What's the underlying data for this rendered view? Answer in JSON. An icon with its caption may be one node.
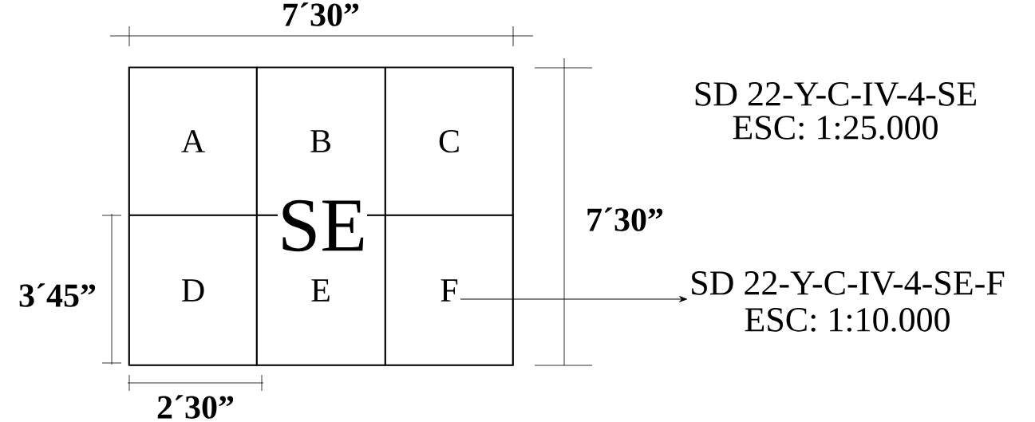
{
  "diagram": {
    "nodes": [
      {
        "text": [],
        "shape": "box"
      },
      {
        "text": [
          "A"
        ],
        "in": 0
      },
      {
        "text": [
          "B"
        ],
        "in": 0
      },
      {
        "text": [
          "C"
        ],
        "in": 0
      },
      {
        "text": [
          "D"
        ],
        "in": 0
      },
      {
        "text": [
          "E"
        ],
        "in": 0
      },
      {
        "text": [
          "F"
        ],
        "in": 0
      },
      {
        "text": [
          "SD 22-Y-C-IV-4-SE-F",
          "ESC: 1:10.000"
        ]
      }
    ],
    "edges": [
      {
        "from": 6,
        "to": 7,
        "arrow": "to"
      }
    ],
    "labels": [
      "7´30”",
      "SD 22-Y-C-IV-4-SE",
      "ESC: 1:25.000",
      "SE",
      "7´30”",
      "3´45”",
      "2´30”"
    ]
  }
}
